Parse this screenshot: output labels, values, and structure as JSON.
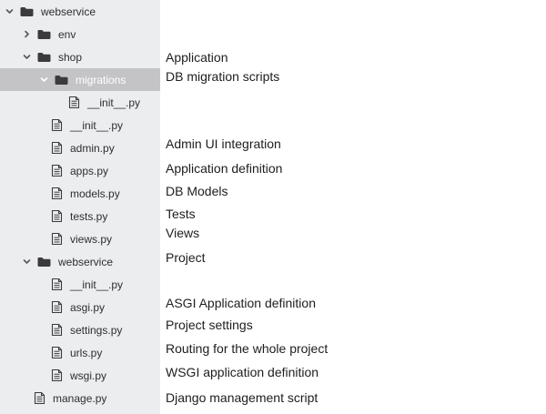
{
  "colors": {
    "sidebar_bg": "#ECEDEF",
    "selection_bg": "#C4C4C6",
    "icon_color": "#3B3B3D",
    "tree_text": "#2E2E30",
    "selected_text": "#FFFFFF",
    "annotation_text": "#1D1D1F",
    "main_bg": "#FFFFFF"
  },
  "tree": {
    "items": [
      {
        "label": "webservice",
        "type": "folder",
        "level": 0,
        "state": "expanded",
        "selected": false,
        "icon": "folder-icon"
      },
      {
        "label": "env",
        "type": "folder",
        "level": 1,
        "state": "collapsed",
        "selected": false,
        "icon": "folder-icon"
      },
      {
        "label": "shop",
        "type": "folder",
        "level": 1,
        "state": "expanded",
        "selected": false,
        "icon": "folder-icon"
      },
      {
        "label": "migrations",
        "type": "folder",
        "level": 2,
        "state": "expanded",
        "selected": true,
        "icon": "folder-icon"
      },
      {
        "label": "__init__.py",
        "type": "file",
        "level": 3,
        "state": "none",
        "selected": false,
        "icon": "file-icon"
      },
      {
        "label": "__init__.py",
        "type": "file",
        "level": 2,
        "state": "none",
        "selected": false,
        "icon": "file-icon"
      },
      {
        "label": "admin.py",
        "type": "file",
        "level": 2,
        "state": "none",
        "selected": false,
        "icon": "file-icon"
      },
      {
        "label": "apps.py",
        "type": "file",
        "level": 2,
        "state": "none",
        "selected": false,
        "icon": "file-icon"
      },
      {
        "label": "models.py",
        "type": "file",
        "level": 2,
        "state": "none",
        "selected": false,
        "icon": "file-icon"
      },
      {
        "label": "tests.py",
        "type": "file",
        "level": 2,
        "state": "none",
        "selected": false,
        "icon": "file-icon"
      },
      {
        "label": "views.py",
        "type": "file",
        "level": 2,
        "state": "none",
        "selected": false,
        "icon": "file-icon"
      },
      {
        "label": "webservice",
        "type": "folder",
        "level": 1,
        "state": "expanded",
        "selected": false,
        "icon": "folder-icon"
      },
      {
        "label": "__init__.py",
        "type": "file",
        "level": 2,
        "state": "none",
        "selected": false,
        "icon": "file-icon"
      },
      {
        "label": "asgi.py",
        "type": "file",
        "level": 2,
        "state": "none",
        "selected": false,
        "icon": "file-icon"
      },
      {
        "label": "settings.py",
        "type": "file",
        "level": 2,
        "state": "none",
        "selected": false,
        "icon": "file-icon"
      },
      {
        "label": "urls.py",
        "type": "file",
        "level": 2,
        "state": "none",
        "selected": false,
        "icon": "file-icon"
      },
      {
        "label": "wsgi.py",
        "type": "file",
        "level": 2,
        "state": "none",
        "selected": false,
        "icon": "file-icon"
      },
      {
        "label": "manage.py",
        "type": "file",
        "level": 1,
        "state": "none",
        "selected": false,
        "icon": "file-icon"
      }
    ]
  },
  "annotations": {
    "items": [
      {
        "text": "Application",
        "target": "shop"
      },
      {
        "text": "DB migration scripts",
        "target": "migrations"
      },
      {
        "text": "Admin UI integration",
        "target": "admin.py"
      },
      {
        "text": "Application definition",
        "target": "apps.py"
      },
      {
        "text": "DB Models",
        "target": "models.py"
      },
      {
        "text": "Tests",
        "target": "tests.py"
      },
      {
        "text": "Views",
        "target": "views.py"
      },
      {
        "text": "Project",
        "target": "webservice"
      },
      {
        "text": "ASGI Application definition",
        "target": "asgi.py"
      },
      {
        "text": "Project settings",
        "target": "settings.py"
      },
      {
        "text": "Routing for the whole project",
        "target": "urls.py"
      },
      {
        "text": "WSGI application definition",
        "target": "wsgi.py"
      },
      {
        "text": "Django management script",
        "target": "manage.py"
      }
    ]
  }
}
